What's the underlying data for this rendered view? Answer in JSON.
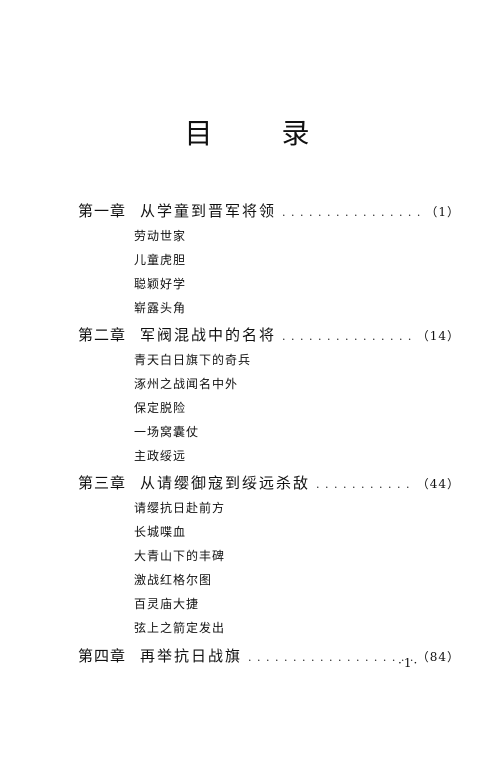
{
  "page_title": "目 录",
  "chapters": [
    {
      "number": "第一章",
      "title": "从学童到晋军将领",
      "page": "（1）",
      "sections": [
        "劳动世家",
        "儿童虎胆",
        "聪颖好学",
        "崭露头角"
      ]
    },
    {
      "number": "第二章",
      "title": "军阀混战中的名将",
      "page": "（14）",
      "sections": [
        "青天白日旗下的奇兵",
        "涿州之战闻名中外",
        "保定脱险",
        "一场窝囊仗",
        "主政绥远"
      ]
    },
    {
      "number": "第三章",
      "title": "从请缨御寇到绥远杀敌",
      "page": "（44）",
      "sections": [
        "请缨抗日赴前方",
        "长城喋血",
        "大青山下的丰碑",
        "激战红格尔图",
        "百灵庙大捷",
        "弦上之箭定发出"
      ]
    },
    {
      "number": "第四章",
      "title": "再举抗日战旗",
      "page": "（84）",
      "sections": []
    }
  ],
  "folio": "·1·"
}
